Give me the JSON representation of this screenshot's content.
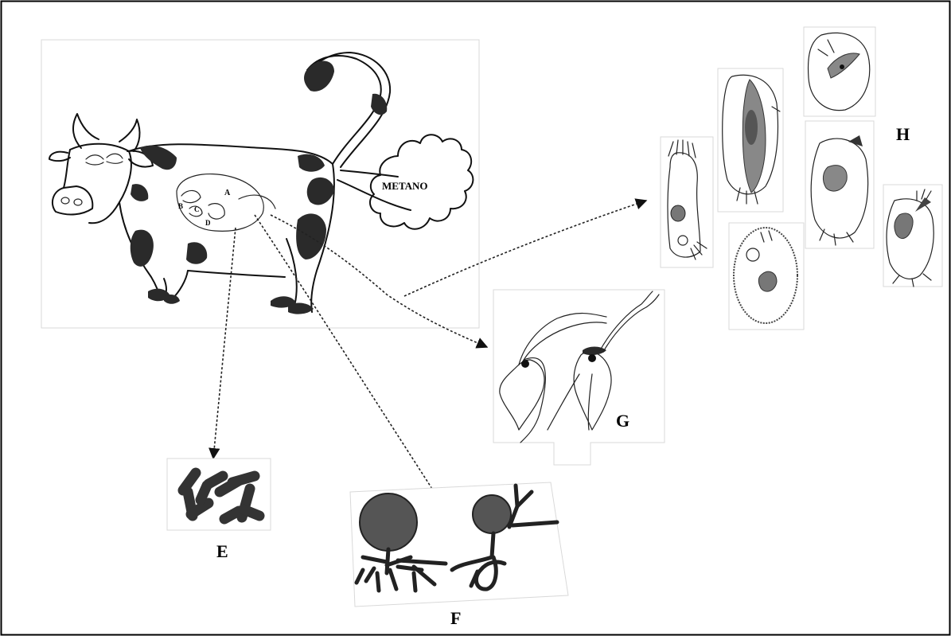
{
  "labels": {
    "metano": "METANO",
    "stomach_a": "A",
    "stomach_b": "B",
    "stomach_c": "C",
    "stomach_d": "D",
    "e": "E",
    "f": "F",
    "g": "G",
    "h": "H"
  },
  "icons": {
    "cow": "cow-drawing",
    "gas_cloud": "methane-cloud",
    "bacteria": "rod-bacteria-micrograph",
    "fungi": "fungal-sporangia-micrograph",
    "flagellates": "flagellate-protozoa-micrograph",
    "ciliates": "ciliate-protozoa-micrographs"
  },
  "colors": {
    "frame": "#000000",
    "ink": "#111111",
    "spots": "#2a2a2a",
    "image_box": "#d9d9d9"
  }
}
